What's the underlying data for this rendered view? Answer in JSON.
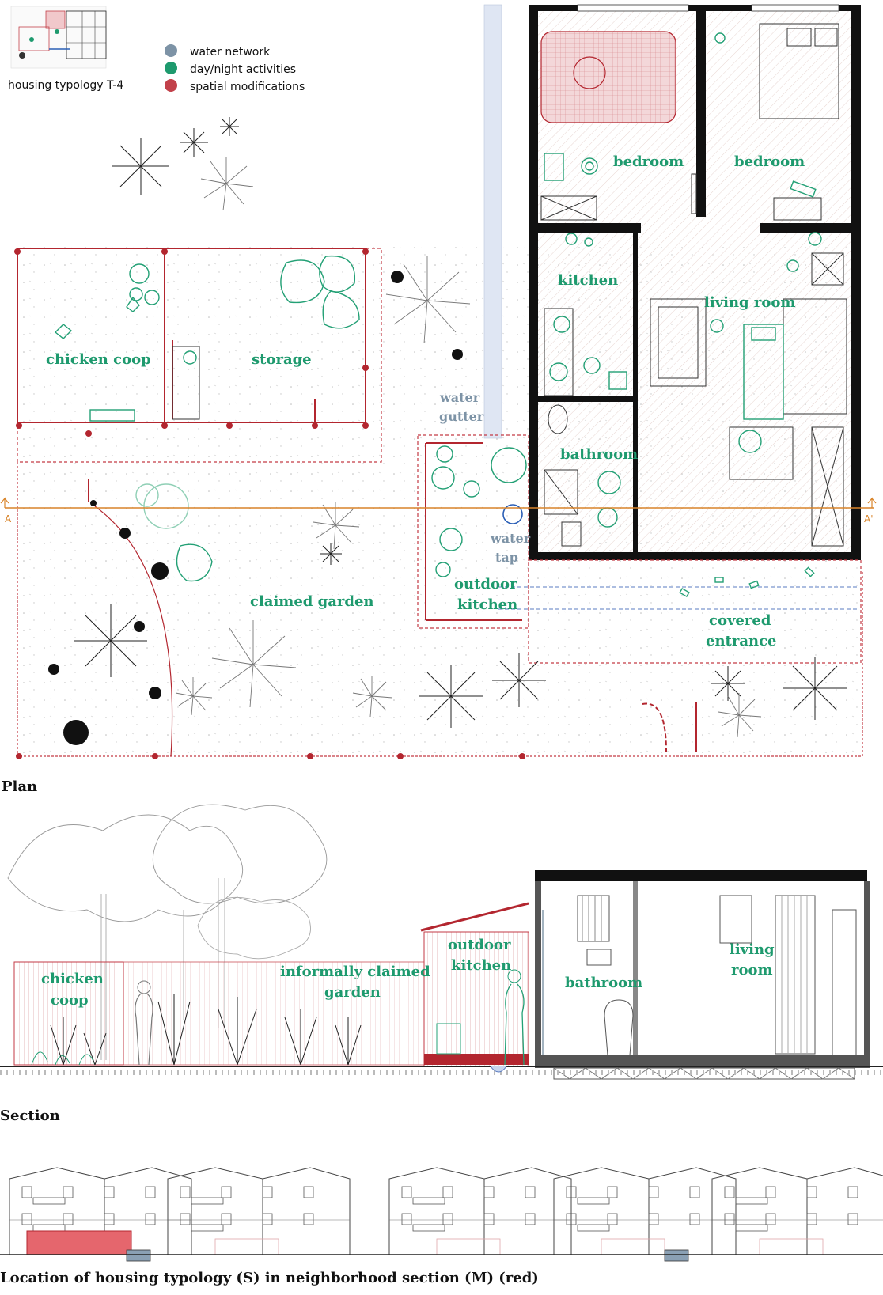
{
  "legend": {
    "thumbnail_caption": "housing typology T-4",
    "items": [
      {
        "label": "water network",
        "color": "#7d93a6"
      },
      {
        "label": "day/night activities",
        "color": "#1e9a6e"
      },
      {
        "label": "spatial modifications",
        "color": "#c2414a"
      }
    ]
  },
  "plan": {
    "caption": "Plan",
    "rooms": {
      "bedroom_1": "bedroom",
      "bedroom_2": "bedroom",
      "kitchen": "kitchen",
      "living_room": "living room",
      "bathroom": "bathroom",
      "chicken_coop": "chicken coop",
      "storage": "storage",
      "claimed_garden": "claimed garden",
      "outdoor_kitchen_line1": "outdoor",
      "outdoor_kitchen_line2": "kitchen",
      "covered_entrance_line1": "covered",
      "covered_entrance_line2": "entrance",
      "water_gutter_line1": "water",
      "water_gutter_line2": "gutter",
      "water_tap_line1": "water",
      "water_tap_line2": "tap"
    },
    "section_marker_left": "A",
    "section_marker_right": "A'"
  },
  "section": {
    "caption": "Section",
    "labels": {
      "chicken_coop_line1": "chicken",
      "chicken_coop_line2": "coop",
      "garden_line1": "informally claimed",
      "garden_line2": "garden",
      "outdoor_kitchen_line1": "outdoor",
      "outdoor_kitchen_line2": "kitchen",
      "bathroom": "bathroom",
      "living_room_line1": "living",
      "living_room_line2": "room"
    }
  },
  "neighborhood": {
    "caption": "Location of housing typology (S) in neighborhood section (M) (red)"
  },
  "colors": {
    "activity_green": "#1e9a6e",
    "modification_red": "#b3262f",
    "water_blue": "#7d93a6"
  }
}
